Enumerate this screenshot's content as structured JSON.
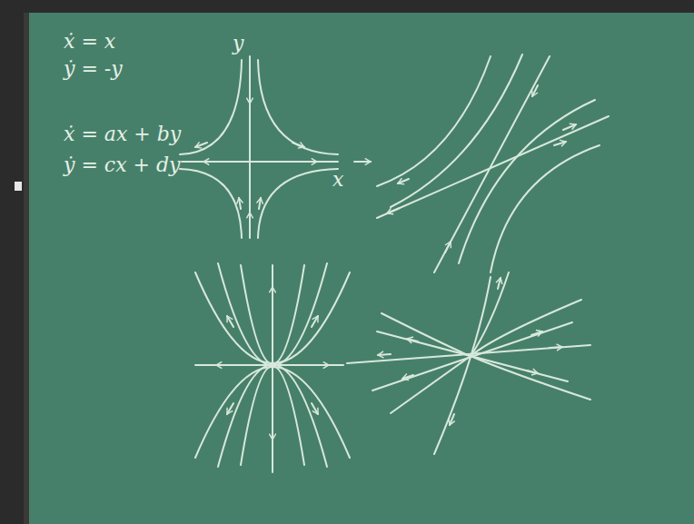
{
  "diagram": {
    "labels": [
      "ẋ = x",
      "ẏ = -y",
      "y",
      "x",
      "ẋ = ax + by",
      "ẏ = cx + dy"
    ]
  }
}
